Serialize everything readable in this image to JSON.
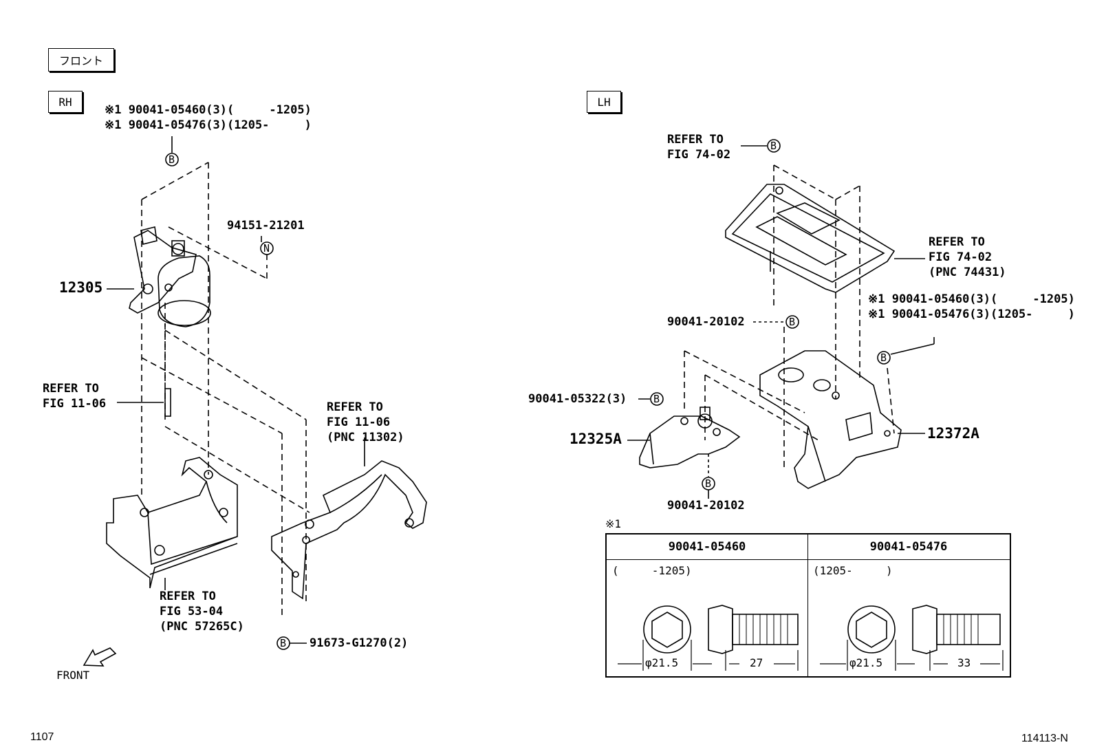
{
  "labels": {
    "front_box": "フロント",
    "rh_box": "RH",
    "lh_box": "LH",
    "front_arrow": "FRONT",
    "footer_left": "1107",
    "footer_right": "114113-N",
    "note_mark": "※1"
  },
  "rh": {
    "bolt_note_1": "※1 90041-05460(3)(     -1205)",
    "bolt_note_2": "※1 90041-05476(3)(1205-     )",
    "part_12305": "12305",
    "part_94151": "94151-21201",
    "refer_1106_a_1": "REFER TO",
    "refer_1106_a_2": "FIG 11-06",
    "refer_1106_b_1": "REFER TO",
    "refer_1106_b_2": "FIG 11-06",
    "refer_1106_b_3": "(PNC 11302)",
    "refer_5304_1": "REFER TO",
    "refer_5304_2": "FIG 53-04",
    "refer_5304_3": "(PNC 57265C)",
    "part_91673": "91673-G1270(2)",
    "callout_b": "B",
    "callout_n": "N"
  },
  "lh": {
    "refer_7402_a_1": "REFER TO",
    "refer_7402_a_2": "FIG 74-02",
    "refer_7402_b_1": "REFER TO",
    "refer_7402_b_2": "FIG 74-02",
    "refer_7402_b_3": "(PNC 74431)",
    "bolt_note_1": "※1 90041-05460(3)(     -1205)",
    "bolt_note_2": "※1 90041-05476(3)(1205-     )",
    "part_20102_top": "90041-20102",
    "part_05322": "90041-05322(3)",
    "part_12325a": "12325A",
    "part_12372a": "12372A",
    "part_20102_bottom": "90041-20102",
    "callout_b": "B"
  },
  "table": {
    "col1_header": "90041-05460",
    "col2_header": "90041-05476",
    "col1_range": "(     -1205)",
    "col2_range": "(1205-     )",
    "col1_dia": "φ21.5",
    "col1_len": "27",
    "col2_dia": "φ21.5",
    "col2_len": "33"
  }
}
